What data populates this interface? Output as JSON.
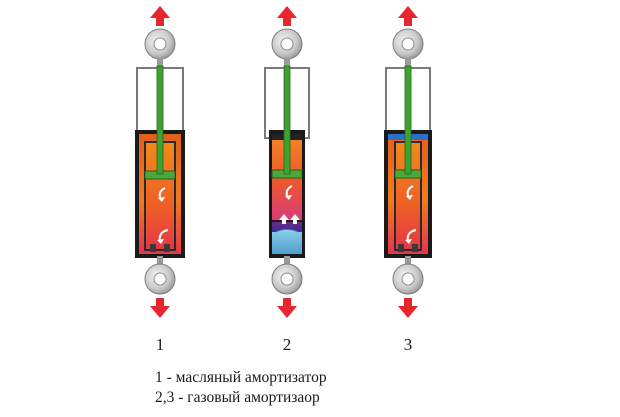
{
  "absorbers": [
    {
      "number": "1",
      "variant": "oil"
    },
    {
      "number": "2",
      "variant": "gas-single"
    },
    {
      "number": "3",
      "variant": "gas-twin"
    }
  ],
  "legend": {
    "line1": "1 - масляный амортизатор",
    "line2": "2,3 - газовый амортизаор"
  },
  "colors": {
    "arrow": "#e8262e",
    "rod": "#3fa12f",
    "eye_ring": "#c8c8c8",
    "outer_tube": "#8c8c8c",
    "oil_hot": "#f08b1a",
    "oil_top": "#e4601d",
    "gas_top": "#6a2a8a",
    "gas_chamber": "#5fb2d8",
    "twin_seal": "#2a72c8"
  }
}
